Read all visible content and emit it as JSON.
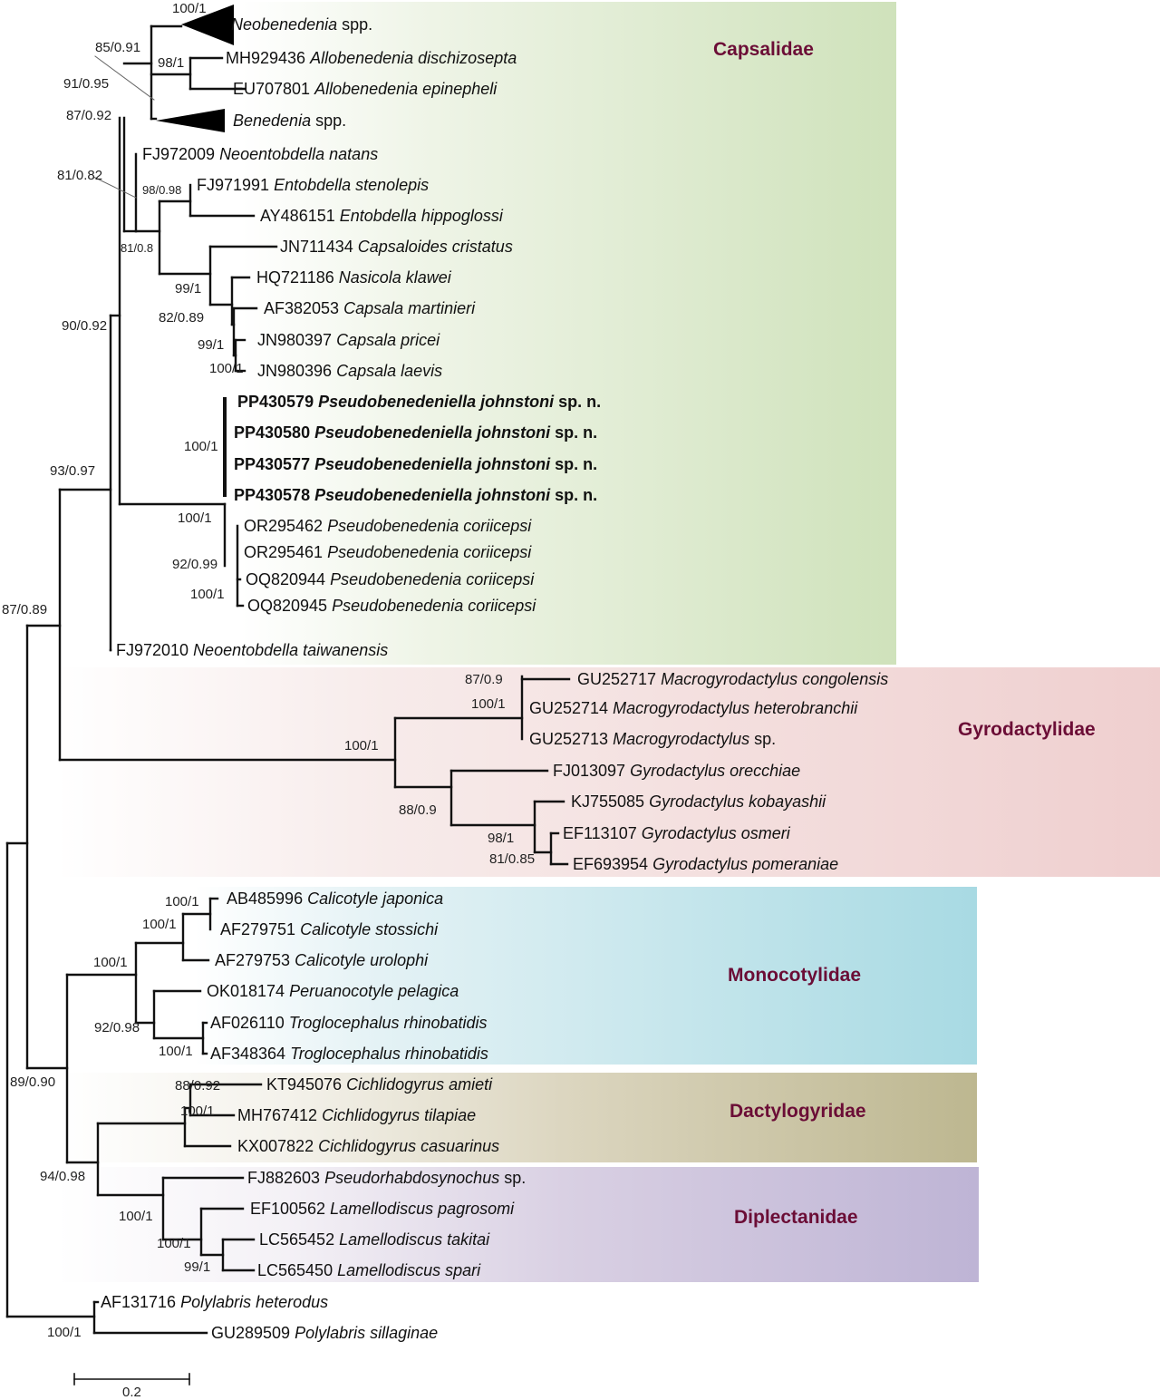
{
  "families": {
    "capsalidae": "Capsalidae",
    "gyrodactylidae": "Gyrodactylidae",
    "monocotylidae": "Monocotylidae",
    "dactylogyridae": "Dactylogyridae",
    "diplectanidae": "Diplectanidae"
  },
  "colors": {
    "family_label": "#6b0d36",
    "capsalidae": "#cfe2bb",
    "gyrodactylidae": "#efcfcf",
    "monocotylidae": "#a8dae3",
    "dactylogyridae": "#bdb790",
    "diplectanidae": "#beb4d5"
  },
  "taxa": [
    {
      "acc": "",
      "species": "Neobenedenia",
      "suffix": "spp.",
      "bold": false,
      "collapsed": true
    },
    {
      "acc": "MH929436",
      "species": "Allobenedenia dischizosepta",
      "suffix": "",
      "bold": false
    },
    {
      "acc": "EU707801",
      "species": "Allobenedenia epinepheli",
      "suffix": "",
      "bold": false
    },
    {
      "acc": "",
      "species": "Benedenia",
      "suffix": "spp.",
      "bold": false,
      "collapsed": true
    },
    {
      "acc": "FJ972009",
      "species": "Neoentobdella natans",
      "suffix": "",
      "bold": false
    },
    {
      "acc": "FJ971991",
      "species": "Entobdella stenolepis",
      "suffix": "",
      "bold": false
    },
    {
      "acc": "AY486151",
      "species": "Entobdella hippoglossi",
      "suffix": "",
      "bold": false
    },
    {
      "acc": "JN711434",
      "species": "Capsaloides cristatus",
      "suffix": "",
      "bold": false
    },
    {
      "acc": "HQ721186",
      "species": "Nasicola klawei",
      "suffix": "",
      "bold": false
    },
    {
      "acc": "AF382053",
      "species": "Capsala martinieri",
      "suffix": "",
      "bold": false
    },
    {
      "acc": "JN980397",
      "species": "Capsala pricei",
      "suffix": "",
      "bold": false
    },
    {
      "acc": "JN980396",
      "species": "Capsala laevis",
      "suffix": "",
      "bold": false
    },
    {
      "acc": "PP430579",
      "species": "Pseudobenedeniella johnstoni",
      "suffix": "sp. n.",
      "bold": true
    },
    {
      "acc": "PP430580",
      "species": "Pseudobenedeniella johnstoni",
      "suffix": "sp. n.",
      "bold": true
    },
    {
      "acc": "PP430577",
      "species": "Pseudobenedeniella johnstoni",
      "suffix": "sp. n.",
      "bold": true
    },
    {
      "acc": "PP430578",
      "species": "Pseudobenedeniella johnstoni",
      "suffix": "sp. n.",
      "bold": true
    },
    {
      "acc": "OR295462",
      "species": "Pseudobenedenia coriicepsi",
      "suffix": "",
      "bold": false
    },
    {
      "acc": "OR295461",
      "species": "Pseudobenedenia coriicepsi",
      "suffix": "",
      "bold": false
    },
    {
      "acc": "OQ820944",
      "species": "Pseudobenedenia coriicepsi",
      "suffix": "",
      "bold": false
    },
    {
      "acc": "OQ820945",
      "species": "Pseudobenedenia coriicepsi",
      "suffix": "",
      "bold": false
    },
    {
      "acc": "FJ972010",
      "species": "Neoentobdella taiwanensis",
      "suffix": "",
      "bold": false
    },
    {
      "acc": "GU252717",
      "species": "Macrogyrodactylus congolensis",
      "suffix": "",
      "bold": false
    },
    {
      "acc": "GU252714",
      "species": "Macrogyrodactylus heterobranchii",
      "suffix": "",
      "bold": false
    },
    {
      "acc": "GU252713",
      "species": "Macrogyrodactylus",
      "suffix": "sp.",
      "bold": false
    },
    {
      "acc": "FJ013097",
      "species": "Gyrodactylus orecchiae",
      "suffix": "",
      "bold": false
    },
    {
      "acc": "KJ755085",
      "species": "Gyrodactylus kobayashii",
      "suffix": "",
      "bold": false
    },
    {
      "acc": "EF113107",
      "species": "Gyrodactylus osmeri",
      "suffix": "",
      "bold": false
    },
    {
      "acc": "EF693954",
      "species": "Gyrodactylus pomeraniae",
      "suffix": "",
      "bold": false
    },
    {
      "acc": "AB485996",
      "species": "Calicotyle japonica",
      "suffix": "",
      "bold": false
    },
    {
      "acc": "AF279751",
      "species": "Calicotyle stossichi",
      "suffix": "",
      "bold": false
    },
    {
      "acc": "AF279753",
      "species": "Calicotyle urolophi",
      "suffix": "",
      "bold": false
    },
    {
      "acc": "OK018174",
      "species": "Peruanocotyle pelagica",
      "suffix": "",
      "bold": false
    },
    {
      "acc": "AF026110",
      "species": "Troglocephalus rhinobatidis",
      "suffix": "",
      "bold": false
    },
    {
      "acc": "AF348364",
      "species": "Troglocephalus rhinobatidis",
      "suffix": "",
      "bold": false
    },
    {
      "acc": "KT945076",
      "species": "Cichlidogyrus amieti",
      "suffix": "",
      "bold": false
    },
    {
      "acc": "MH767412",
      "species": "Cichlidogyrus tilapiae",
      "suffix": "",
      "bold": false
    },
    {
      "acc": "KX007822",
      "species": "Cichlidogyrus casuarinus",
      "suffix": "",
      "bold": false
    },
    {
      "acc": "FJ882603",
      "species": "Pseudorhabdosynochus",
      "suffix": "sp.",
      "bold": false
    },
    {
      "acc": "EF100562",
      "species": "Lamellodiscus pagrosomi",
      "suffix": "",
      "bold": false
    },
    {
      "acc": "LC565452",
      "species": "Lamellodiscus takitai",
      "suffix": "",
      "bold": false
    },
    {
      "acc": "LC565450",
      "species": "Lamellodiscus spari",
      "suffix": "",
      "bold": false
    },
    {
      "acc": "AF131716",
      "species": "Polylabris heterodus",
      "suffix": "",
      "bold": false
    },
    {
      "acc": "GU289509",
      "species": "Polylabris sillaginae",
      "suffix": "",
      "bold": false
    }
  ],
  "supports": [
    "100/1",
    "85/0.91",
    "98/1",
    "91/0.95",
    "87/0.92",
    "81/0.82",
    "98/0.98",
    "81/0.8",
    "99/1",
    "82/0.89",
    "99/1",
    "100/1",
    "90/0.92",
    "100/1",
    "100/1",
    "92/0.99",
    "100/1",
    "93/0.97",
    "87/0.89",
    "87/0.9",
    "100/1",
    "100/1",
    "88/0.9",
    "98/1",
    "81/0.85",
    "100/1",
    "100/1",
    "100/1",
    "92/0.98",
    "100/1",
    "89/0.90",
    "88/0.92",
    "100/1",
    "94/0.98",
    "100/1",
    "100/1",
    "99/1",
    "100/1"
  ],
  "scale_bar": {
    "label": "0.2",
    "value": 0.2
  }
}
